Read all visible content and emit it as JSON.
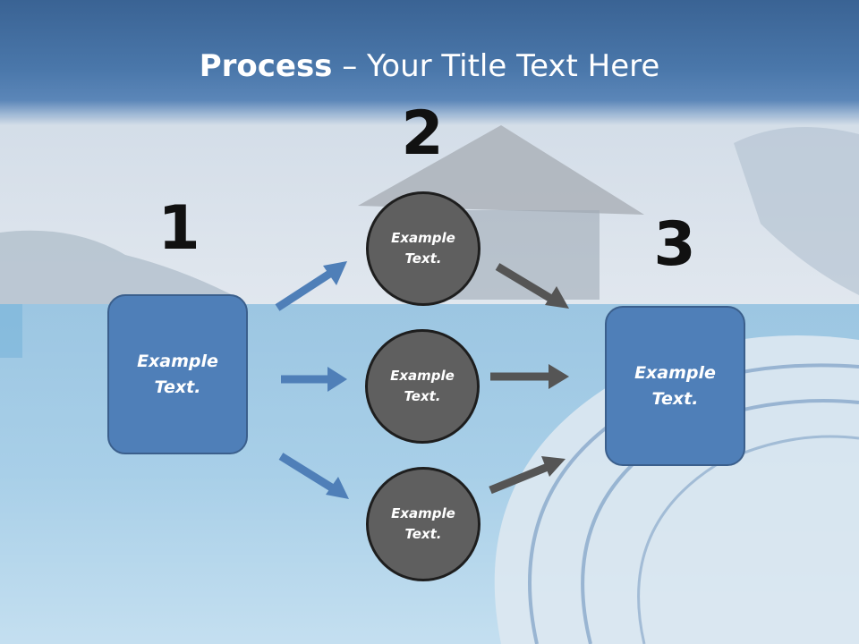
{
  "title": {
    "bold": "Process",
    "rest": " – Your Title Text Here"
  },
  "steps": [
    {
      "number": "1",
      "text_line1": "Example",
      "text_line2": "Text."
    },
    {
      "number": "2"
    },
    {
      "number": "3",
      "text_line1": "Example",
      "text_line2": "Text."
    }
  ],
  "circles": [
    {
      "text_line1": "Example",
      "text_line2": "Text."
    },
    {
      "text_line1": "Example",
      "text_line2": "Text."
    },
    {
      "text_line1": "Example",
      "text_line2": "Text."
    }
  ],
  "colors": {
    "box": "#4f7fb8",
    "circle": "#5f5f5f",
    "arrow_blue": "#4f7fb8",
    "arrow_gray": "#555555",
    "header": "#3a6394"
  }
}
